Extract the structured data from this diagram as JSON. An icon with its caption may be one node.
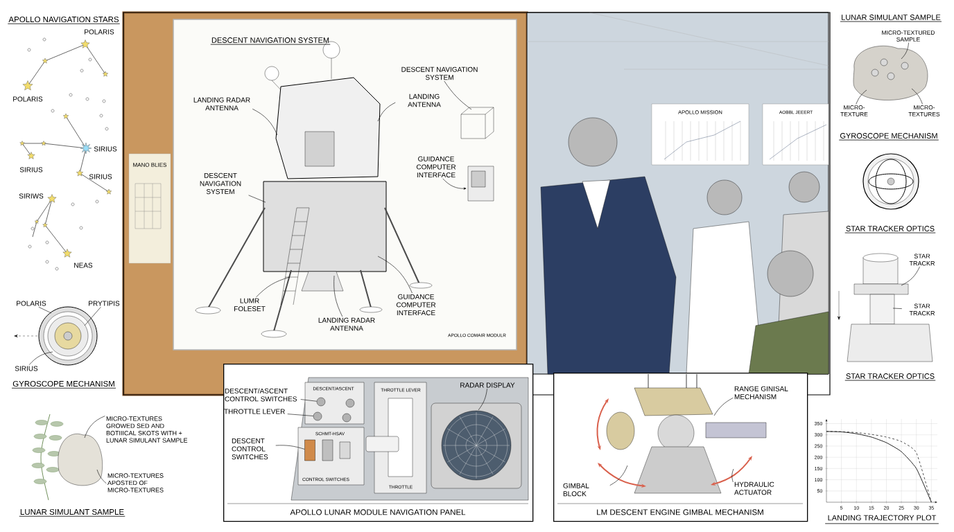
{
  "diagram": {
    "nodes": [
      {
        "text": [
          "POLARIS"
        ]
      },
      {
        "text": [
          "PRYTIPIS"
        ]
      },
      {
        "text": [
          "SIRIUS"
        ]
      },
      {
        "text": [
          "LANDING RADAR ANTENNA"
        ]
      },
      {
        "text": [
          "DESCENT NAVIGATION SYSTEM"
        ]
      },
      {
        "text": [
          "LANDING ANTENNA"
        ]
      },
      {
        "text": [
          "GUIDANCE COMPUTER INTERFACE"
        ]
      },
      {
        "text": [
          "DESCENT NAVIGATION SYSTEM"
        ]
      },
      {
        "text": [
          "LUMR FOLESET"
        ]
      },
      {
        "text": [
          "GUIDANCE COMPUTER INTERFACE"
        ]
      },
      {
        "text": [
          "LANDING RADAR ANTENNA"
        ]
      },
      {
        "text": [
          "APOLLO LUNAR MODULE NAVIGATION PANEL"
        ]
      },
      {
        "text": [
          "DESCENT/ASCENT CONTROL SWITCHES"
        ],
        "in": 11
      },
      {
        "text": [
          "THROTTLE LEVER"
        ],
        "in": 11
      },
      {
        "text": [
          "DESCENT CONTROL SWITCHES"
        ],
        "in": 11
      },
      {
        "text": [
          "RADAR DISPLAY"
        ],
        "in": 11
      },
      {
        "text": [
          "LM DESCENT ENGINE GIMBAL MECHANISM"
        ]
      },
      {
        "text": [
          "RANGE GINISAL MECHANISM"
        ],
        "in": 16
      },
      {
        "text": [
          "GIMBAL BLOCK"
        ],
        "in": 16
      },
      {
        "text": [
          "HYDRAULIC ACTUATOR"
        ],
        "in": 16
      },
      {
        "text": [
          "MICRO-TEXTURES GROWED SED AND BOTIIICAL SKOTS WITH + LUNAR SIMULANT SAMPLE"
        ]
      },
      {
        "text": [
          "MICRO-TEXTURES APOSTED OF MICRO-TEXTURES"
        ]
      },
      {
        "text": [
          "MICRO-TEXTURED SAMPLE"
        ]
      },
      {
        "text": [
          "MICRO-TEXTURE"
        ]
      },
      {
        "text": [
          "MICRO-TEXTURES"
        ]
      },
      {
        "text": [
          "STAR TRACKR"
        ]
      },
      {
        "text": [
          "STAR TRACKR"
        ]
      },
      {
        "text": [],
        "shape": "circle",
        "in": 11
      },
      {
        "text": [],
        "shape": "circle",
        "in": 11
      },
      {
        "text": [],
        "shape": "box",
        "in": 11
      }
    ],
    "edges": [
      {
        "from": 0,
        "to": null,
        "arrow": "none"
      },
      {
        "from": 1,
        "to": null,
        "arrow": "none"
      },
      {
        "from": 2,
        "to": null,
        "arrow": "none"
      },
      {
        "from": 3,
        "to": null,
        "arrow": "none"
      },
      {
        "from": 4,
        "to": null,
        "arrow": "none"
      },
      {
        "from": 5,
        "to": null,
        "arrow": "none"
      },
      {
        "from": 6,
        "to": null,
        "arrow": "to"
      },
      {
        "from": 7,
        "to": null,
        "arrow": "none"
      },
      {
        "from": 8,
        "to": null,
        "arrow": "none"
      },
      {
        "from": 9,
        "to": null,
        "arrow": "none"
      },
      {
        "from": 10,
        "to": null,
        "arrow": "none"
      },
      {
        "from": 12,
        "to": 27,
        "arrow": "none"
      },
      {
        "from": 13,
        "to": 28,
        "arrow": "none"
      },
      {
        "from": 14,
        "to": 29,
        "arrow": "none"
      },
      {
        "from": 15,
        "to": null,
        "arrow": "none"
      },
      {
        "from": 17,
        "to": null,
        "arrow": "none"
      },
      {
        "from": 18,
        "to": null,
        "arrow": "none"
      },
      {
        "from": 19,
        "to": null,
        "arrow": "none"
      },
      {
        "from": 20,
        "to": null,
        "arrow": "none"
      },
      {
        "from": 21,
        "to": null,
        "arrow": "none"
      },
      {
        "from": 22,
        "to": null,
        "arrow": "none"
      },
      {
        "from": 23,
        "to": null,
        "arrow": "none"
      },
      {
        "from": 24,
        "to": null,
        "arrow": "none"
      },
      {
        "from": 25,
        "to": null,
        "arrow": "none"
      },
      {
        "from": 26,
        "to": null,
        "arrow": "none"
      }
    ],
    "labels": [
      "APOLLO NAVIGATION STARS",
      "POLARIS",
      "POLARIS",
      "SIRIUS",
      "SIRIUS",
      "SIRIUS",
      "SIRIWS",
      "NEAS",
      "GYROSCOPE MECHANISM",
      "LUNAR SIMULANT SAMPLE",
      "DESCENT NAVIGATION SYSTEM",
      "MANO BLIES",
      "APOLLO COMAIR MODULR",
      "APOLLO MISSION",
      "AOBBL JEEERT",
      "DESCENT/ASCENT",
      "THROTTLE LEVER",
      "SCHMT-HSAV",
      "CONTROL SWITCHES",
      "THROTTLE",
      "LUNAR SIMULANT SAMPLE",
      "GYROSCOPE MECHANISM",
      "STAR TRACKER OPTICS",
      "STAR TRACKER OPTICS"
    ],
    "chart_data": {
      "type": "line",
      "title": "LANDING TRAJECTORY PLOT",
      "x": [
        0,
        5,
        10,
        15,
        20,
        25,
        30,
        35
      ],
      "series": [
        {
          "color": "#222222",
          "values": [
            315,
            313,
            305,
            290,
            265,
            225,
            150,
            0
          ]
        },
        {
          "color": "#222222",
          "values": [
            315,
            314,
            310,
            302,
            290,
            270,
            220,
            0
          ],
          "line_style": "dashed"
        }
      ],
      "grid": true,
      "xlim": [
        0,
        37
      ],
      "ylim": [
        0,
        370
      ],
      "xticks": [
        5,
        10,
        15,
        20,
        25,
        30,
        35
      ],
      "yticks": [
        50,
        100,
        150,
        200,
        250,
        300,
        350
      ]
    }
  }
}
